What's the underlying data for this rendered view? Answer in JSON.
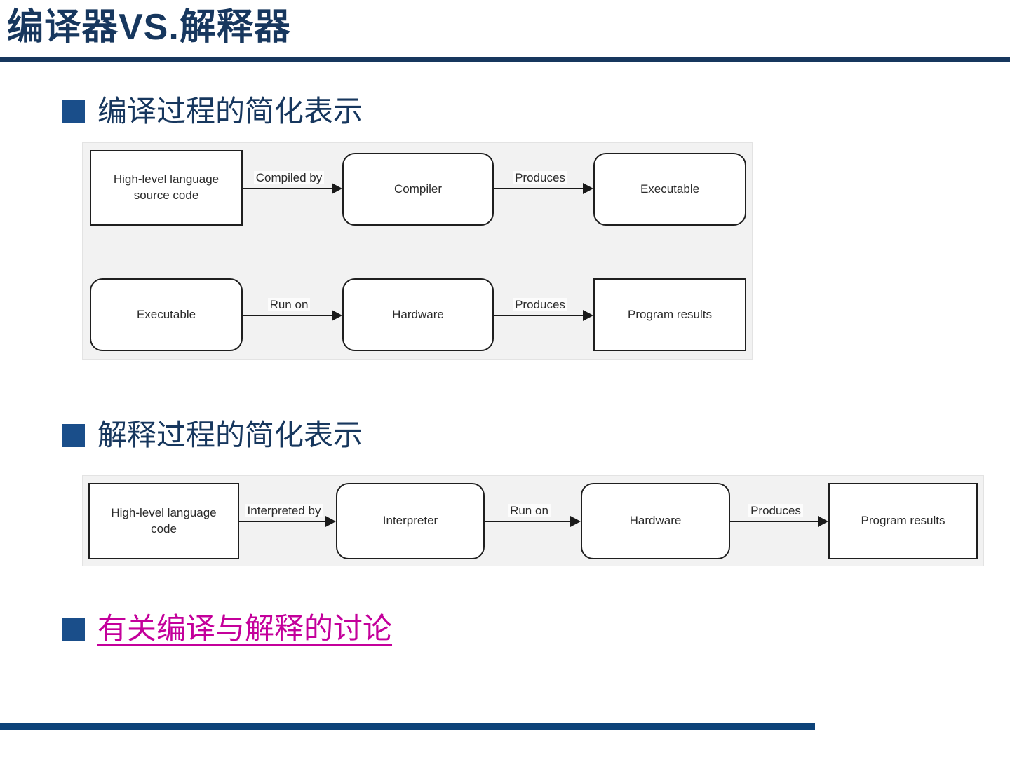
{
  "slide": {
    "title": "编译器VS.解释器",
    "bullet1": "编译过程的简化表示",
    "bullet2": "解释过程的简化表示",
    "bullet3_link": "有关编译与解释的讨论"
  },
  "colors": {
    "title_navy": "#17375E",
    "bullet_square_blue": "#1A4E8A",
    "link_magenta": "#C4009B",
    "diagram_background": "#F2F2F2",
    "node_border": "#1F1F1F",
    "footer_bar_navy": "#0D4379"
  },
  "diagram_compile": {
    "rows": [
      {
        "nodes": [
          {
            "label": "High-level language source code",
            "shape": "rect"
          },
          {
            "label": "Compiler",
            "shape": "rounded"
          },
          {
            "label": "Executable",
            "shape": "rounded"
          }
        ],
        "connectors": [
          {
            "label": "Compiled by"
          },
          {
            "label": "Produces"
          }
        ]
      },
      {
        "nodes": [
          {
            "label": "Executable",
            "shape": "rounded"
          },
          {
            "label": "Hardware",
            "shape": "rounded"
          },
          {
            "label": "Program results",
            "shape": "rect"
          }
        ],
        "connectors": [
          {
            "label": "Run on"
          },
          {
            "label": "Produces"
          }
        ]
      }
    ]
  },
  "diagram_interpret": {
    "nodes": [
      {
        "label": "High-level language code",
        "shape": "rect"
      },
      {
        "label": "Interpreter",
        "shape": "rounded"
      },
      {
        "label": "Hardware",
        "shape": "rounded"
      },
      {
        "label": "Program results",
        "shape": "rect"
      }
    ],
    "connectors": [
      {
        "label": "Interpreted by"
      },
      {
        "label": "Run on"
      },
      {
        "label": "Produces"
      }
    ]
  }
}
